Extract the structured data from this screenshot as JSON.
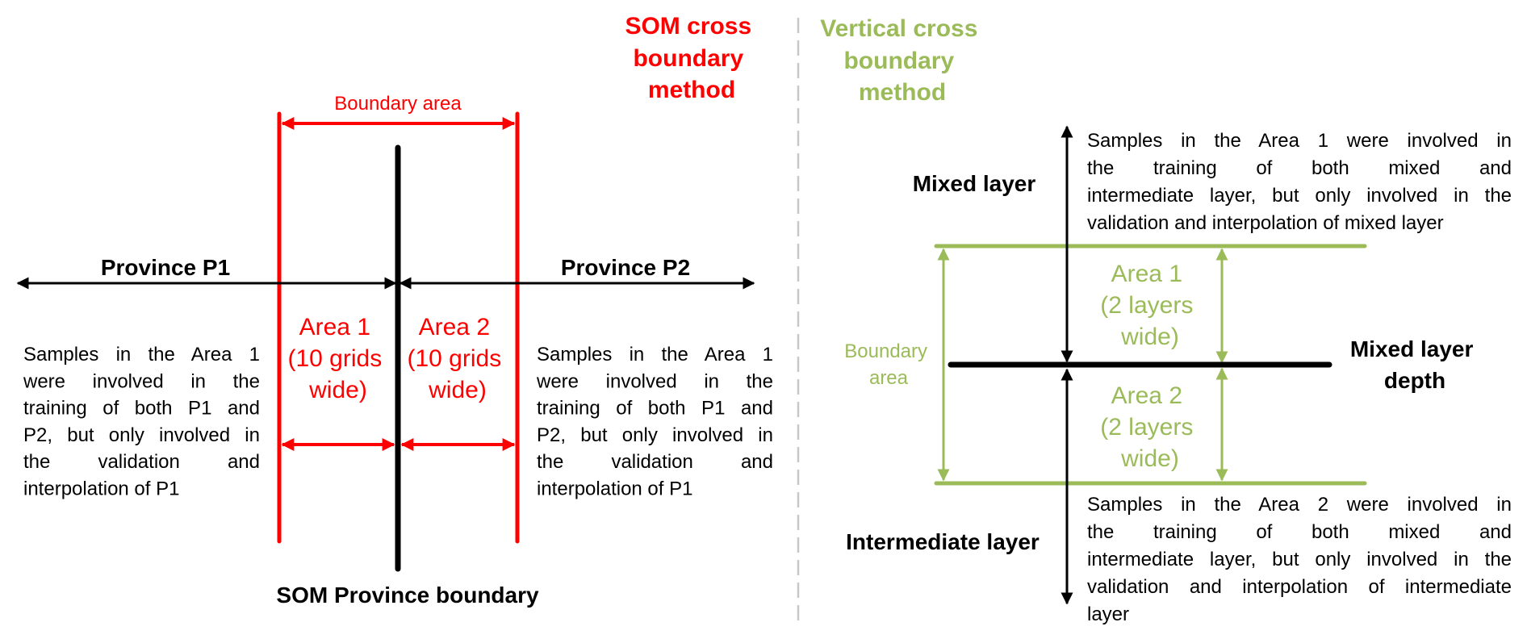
{
  "colors": {
    "som_accent": "#ff0000",
    "vertical_accent": "#9bbb59",
    "boundary_line": "#000000",
    "divider": "#c8c8c8",
    "text": "#000000"
  },
  "som_panel": {
    "title_lines": [
      "SOM cross",
      "boundary",
      "method"
    ],
    "boundary_area_label": "Boundary area",
    "province_left_label": "Province P1",
    "province_right_label": "Province P2",
    "boundary_label": "SOM Province boundary",
    "area1_lines": [
      "Area 1",
      "(10 grids",
      "wide)"
    ],
    "area2_lines": [
      "Area 2",
      "(10 grids",
      "wide)"
    ],
    "left_note_lines": [
      "Samples in the Area 1",
      "were involved in the",
      "training of both P1 and",
      "P2, but only involved in",
      "the validation and",
      "interpolation of P1"
    ],
    "right_note_lines": [
      "Samples in the Area 1",
      "were involved in the",
      "training of both P1 and",
      "P2, but only involved in",
      "the validation and",
      "interpolation of P1"
    ]
  },
  "vertical_panel": {
    "title_lines": [
      "Vertical cross",
      "boundary",
      "method"
    ],
    "boundary_area_lines": [
      "Boundary",
      "area"
    ],
    "mixed_layer_label": "Mixed layer",
    "intermediate_layer_label": "Intermediate layer",
    "mld_lines": [
      "Mixed layer",
      "depth"
    ],
    "area1_lines": [
      "Area 1",
      "(2 layers",
      "wide)"
    ],
    "area2_lines": [
      "Area 2",
      "(2 layers",
      "wide)"
    ],
    "top_note_lines": [
      "Samples in the Area 1 were involved in",
      "the training of both mixed and",
      "intermediate layer, but only involved in the",
      "validation and interpolation of mixed layer"
    ],
    "bottom_note_lines": [
      "Samples in the Area 2 were involved in",
      "the training of both mixed and",
      "intermediate layer, but only involved in the",
      "validation and interpolation of intermediate",
      "layer"
    ]
  }
}
